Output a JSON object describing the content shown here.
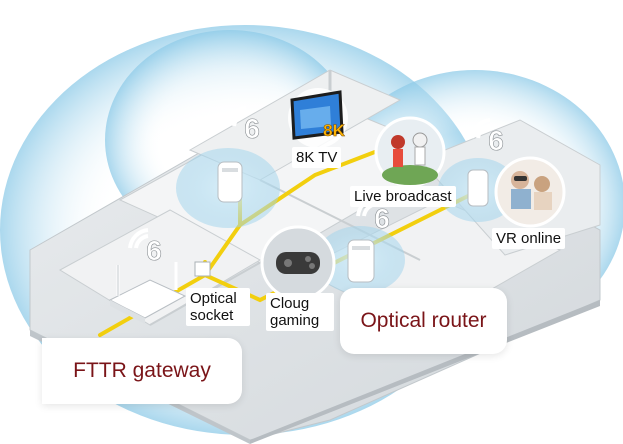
{
  "labels": {
    "tv": "8K TV",
    "tv_badge": "8K",
    "live": "Live broadcast",
    "vr": "VR online",
    "socket_line1": "Optical",
    "socket_line2": "socket",
    "gaming_line1": "Cloug",
    "gaming_line2": "gaming",
    "fttr": "FTTR gateway",
    "router": "Optical router"
  },
  "wifi_badge_number": "6",
  "colors": {
    "fiber": "#f2cf0e",
    "coverage": "#a8d8ee",
    "callout_text": "#7a1418",
    "tv_screen": "#2f7fd8"
  }
}
